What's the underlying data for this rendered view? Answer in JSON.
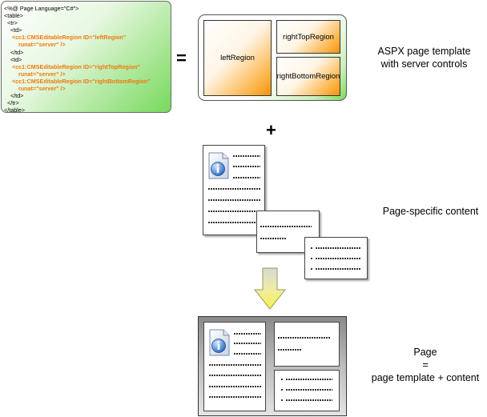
{
  "code": {
    "lines": [
      {
        "text": "<%@ Page Language=\"C#\">",
        "highlight": false
      },
      {
        "text": "<table>",
        "highlight": false
      },
      {
        "text": "  <tr>",
        "highlight": false
      },
      {
        "text": "    <td>",
        "highlight": false
      },
      {
        "text": "     <cc1:CMSEditableRegion ID=\"leftRegion\"",
        "highlight": true
      },
      {
        "text": "         runat=\"server\" />",
        "highlight": true
      },
      {
        "text": "    </td>",
        "highlight": false
      },
      {
        "text": "    <td>",
        "highlight": false
      },
      {
        "text": "     <cc1:CMSEditableRegion ID=\"rightTopRegion\"",
        "highlight": true
      },
      {
        "text": "         runat=\"server\" />",
        "highlight": true
      },
      {
        "text": "     <cc1:CMSEditableRegion ID=\"rightBottomRegion\"",
        "highlight": true
      },
      {
        "text": "         runat=\"server\" />",
        "highlight": true
      },
      {
        "text": "    </td>",
        "highlight": false
      },
      {
        "text": "  </tr>",
        "highlight": false
      },
      {
        "text": "</table>",
        "highlight": false
      }
    ]
  },
  "operators": {
    "equals": "=",
    "plus": "+"
  },
  "template": {
    "left_region": "leftRegion",
    "right_top_region": "rightTopRegion",
    "right_bottom_region": "rightBottomRegion"
  },
  "captions": {
    "template": [
      "ASPX page template",
      "with server controls"
    ],
    "content": "Page-specific content",
    "page": [
      "Page",
      "=",
      "page template + content"
    ]
  },
  "colors": {
    "highlight_orange": "#f07a0c",
    "green": "#78d95c",
    "region_orange": "#f39210",
    "arrow_yellow": "#f7f04a"
  },
  "icons": [
    "info-document-icon",
    "down-arrow-icon"
  ]
}
